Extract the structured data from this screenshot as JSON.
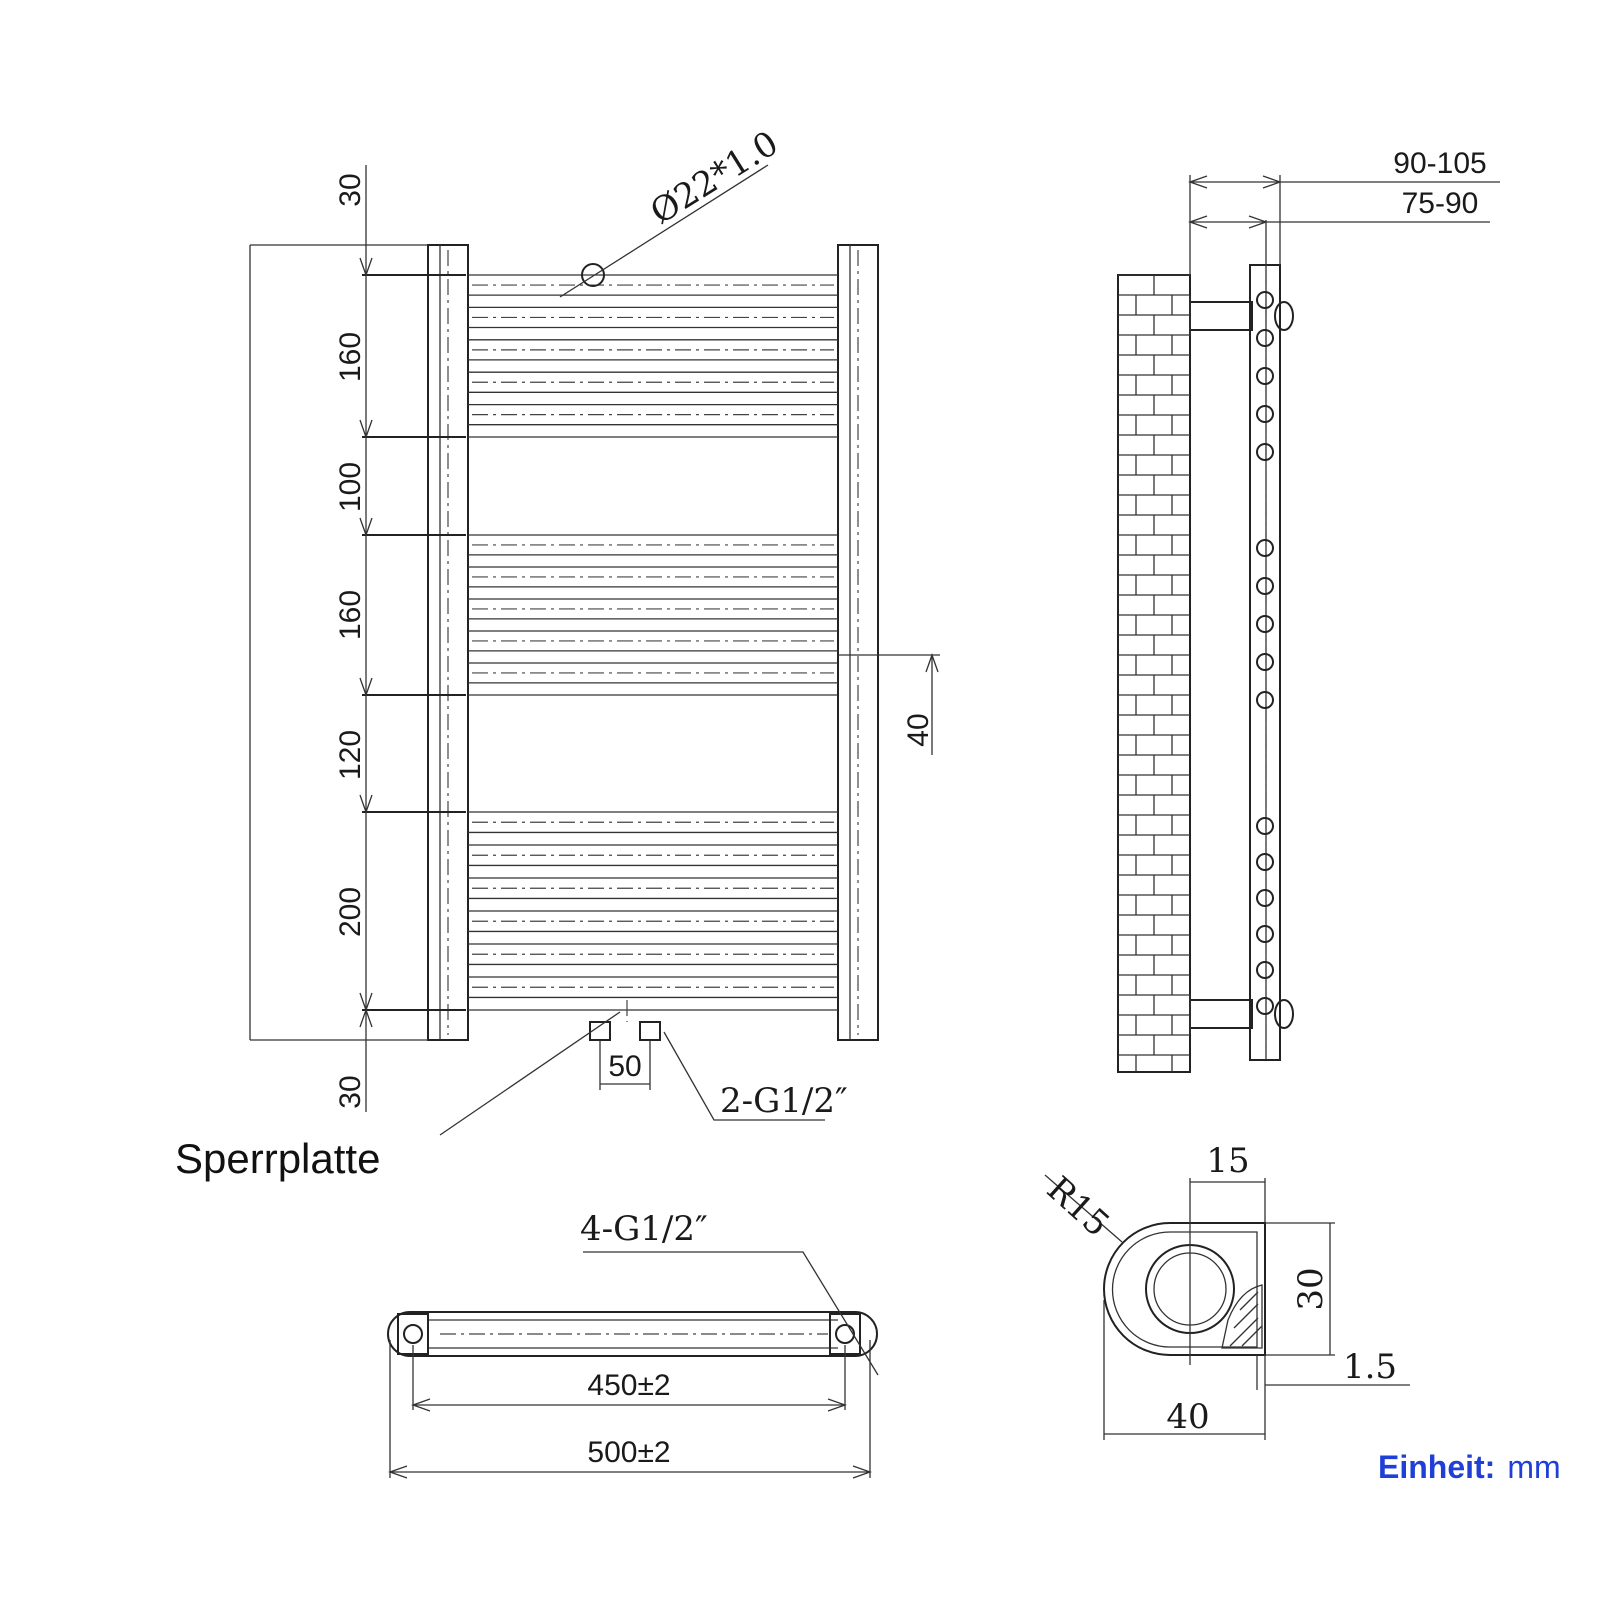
{
  "front_view": {
    "left_dims": [
      "30",
      "160",
      "100",
      "160",
      "120",
      "200",
      "30"
    ],
    "tube_label": "Ø22*1.0",
    "offset_dim": "40",
    "inlet_spacing": "50",
    "inlet_label": "2-G1/2″",
    "lock_plate_label": "Sperrplatte"
  },
  "side_view": {
    "dim_outer": "90-105",
    "dim_inner": "75-90"
  },
  "top_view": {
    "connection_label": "4-G1/2″",
    "inner_width": "450±2",
    "outer_width": "500±2"
  },
  "section_view": {
    "radius": "R15",
    "width_top": "15",
    "height": "30",
    "wall": "1.5",
    "width_bottom": "40"
  },
  "unit": {
    "label": "Einheit:",
    "value": "mm"
  }
}
